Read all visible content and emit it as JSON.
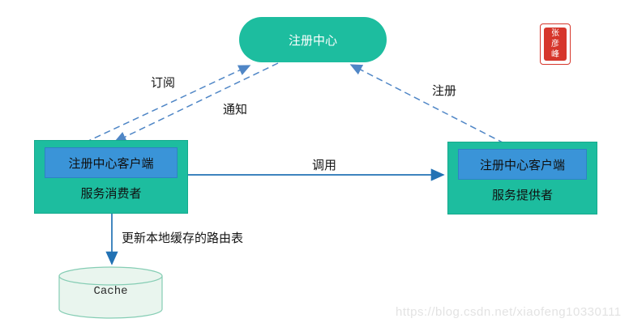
{
  "nodes": {
    "registry": "注册中心",
    "consumer_client": "注册中心客户端",
    "consumer": "服务消费者",
    "provider_client": "注册中心客户端",
    "provider": "服务提供者",
    "cache": "Cache"
  },
  "edges": {
    "subscribe": "订阅",
    "notify": "通知",
    "register": "注册",
    "invoke": "调用",
    "update_cache": "更新本地缓存的路由表"
  },
  "seal": "张彦峰",
  "watermark": "https://blog.csdn.net/xiaofeng10330111",
  "colors": {
    "node_teal": "#1dbd9f",
    "client_blue": "#3a94d8",
    "dashed_line": "#4f86c6",
    "solid_line": "#2272b4",
    "cylinder_fill": "#e9f5ee",
    "cylinder_border": "#85cdb4",
    "seal_red": "#d6362b",
    "watermark_gray": "#e3e3e3"
  }
}
